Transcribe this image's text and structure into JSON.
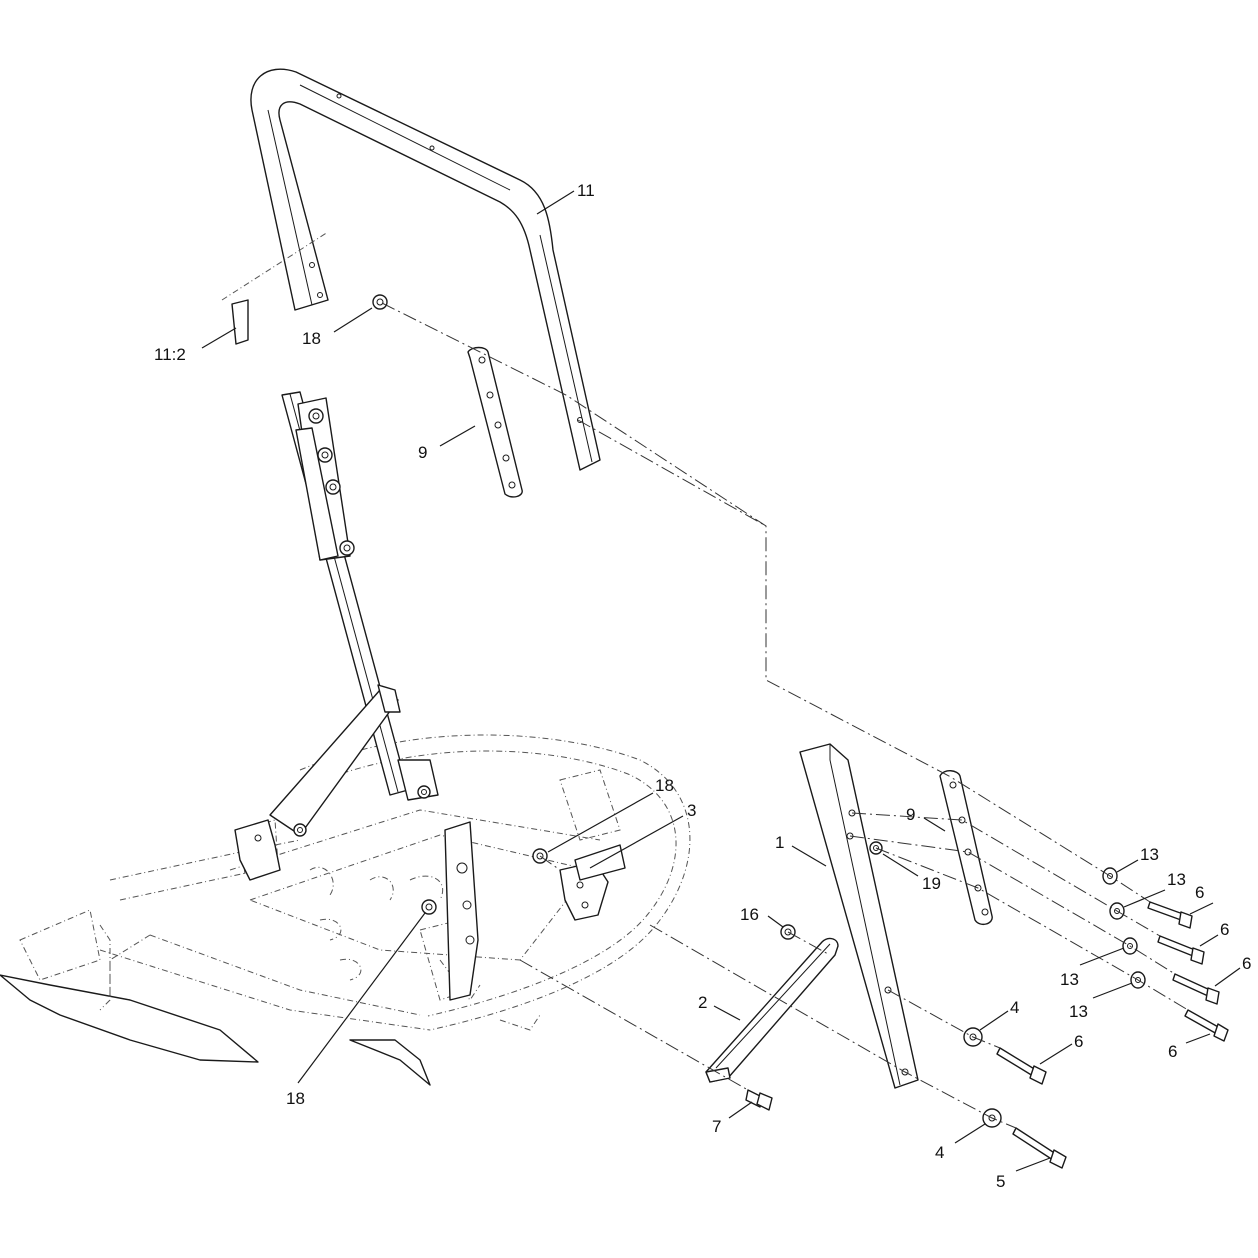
{
  "callouts": [
    {
      "id": "c-11",
      "text": "11"
    },
    {
      "id": "c-11-2",
      "text": "11:2"
    },
    {
      "id": "c-18-top",
      "text": "18"
    },
    {
      "id": "c-9-top",
      "text": "9"
    },
    {
      "id": "c-18-mid",
      "text": "18"
    },
    {
      "id": "c-3",
      "text": "3"
    },
    {
      "id": "c-1",
      "text": "1"
    },
    {
      "id": "c-9-right",
      "text": "9"
    },
    {
      "id": "c-19",
      "text": "19"
    },
    {
      "id": "c-13-a",
      "text": "13"
    },
    {
      "id": "c-13-b",
      "text": "13"
    },
    {
      "id": "c-6-a",
      "text": "6"
    },
    {
      "id": "c-6-b",
      "text": "6"
    },
    {
      "id": "c-13-c",
      "text": "13"
    },
    {
      "id": "c-6-c",
      "text": "6"
    },
    {
      "id": "c-13-d",
      "text": "13"
    },
    {
      "id": "c-6-d",
      "text": "6"
    },
    {
      "id": "c-16",
      "text": "16"
    },
    {
      "id": "c-2",
      "text": "2"
    },
    {
      "id": "c-4-a",
      "text": "4"
    },
    {
      "id": "c-6-e",
      "text": "6"
    },
    {
      "id": "c-18-bottom",
      "text": "18"
    },
    {
      "id": "c-7",
      "text": "7"
    },
    {
      "id": "c-4-b",
      "text": "4"
    },
    {
      "id": "c-5",
      "text": "5"
    }
  ]
}
